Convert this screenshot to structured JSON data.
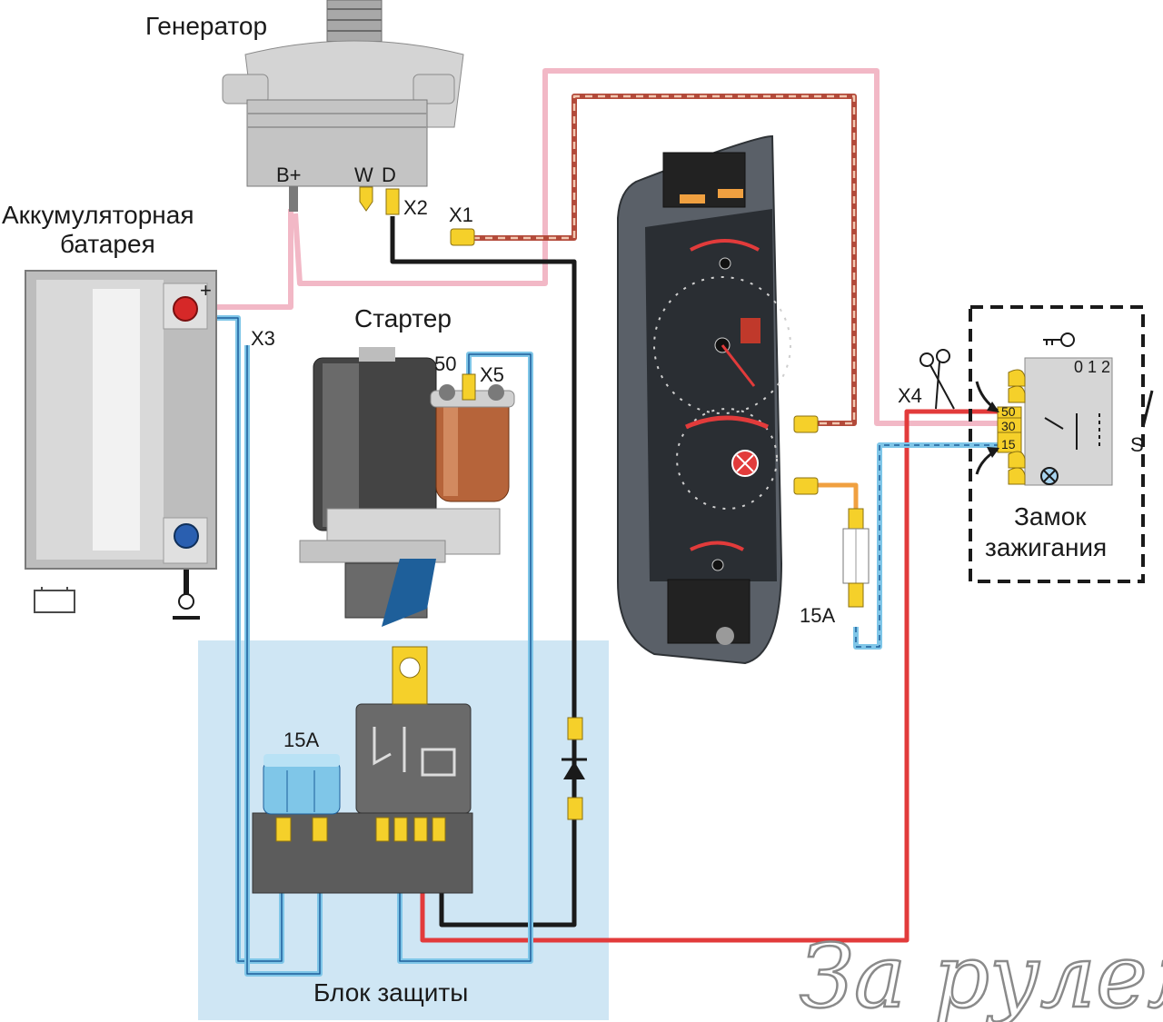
{
  "labels": {
    "generator": "Генератор",
    "battery_line1": "Аккумуляторная",
    "battery_line2": "батарея",
    "starter": "Стартер",
    "protection_block": "Блок защиты",
    "ignition_line1": "Замок",
    "ignition_line2": "зажигания",
    "b_plus": "B+",
    "w": "W",
    "d": "D",
    "x1": "X1",
    "x2": "X2",
    "x3": "X3",
    "x4": "X4",
    "x5": "X5",
    "fifty": "50",
    "fuse_block": "15A",
    "fuse_right": "15A",
    "switch_positions": "0 1 2",
    "switch_s": "S",
    "term_50": "50",
    "term_30": "30",
    "term_15": "15",
    "battery_plus": "+"
  },
  "watermark": "За рулем",
  "colors": {
    "pink_wire": "#f2b8c6",
    "red_wire": "#e23b3b",
    "blue_wire": "#7fc6e8",
    "black_wire": "#1a1a1a",
    "orange_wire": "#f0a040",
    "connector": "#f5d02a",
    "protection_panel": "#cfe6f4",
    "dash_panel": "#5a6068",
    "dash_face": "#2a2e33"
  }
}
